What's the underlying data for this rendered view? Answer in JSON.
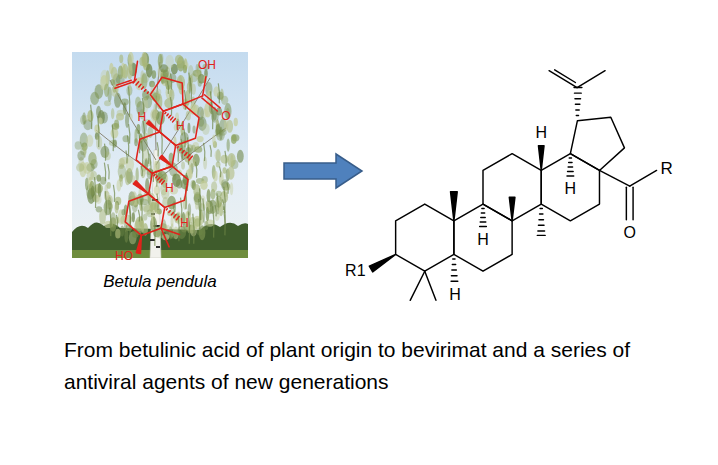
{
  "diagram": {
    "caption": "From betulinic acid of plant origin to bevirimat and a series of antiviral agents of new generations",
    "nodes": [
      {
        "text": [
          "Betula pendula"
        ]
      },
      {
        "text": [
          "H",
          "H",
          "R",
          "O",
          "H",
          "R1",
          "H"
        ]
      }
    ],
    "edges": [
      {
        "from": 0,
        "to": 1,
        "arrow": "to"
      }
    ],
    "labels": [
      "OH",
      "O",
      "H",
      "H",
      "H",
      "H",
      "HO"
    ]
  }
}
